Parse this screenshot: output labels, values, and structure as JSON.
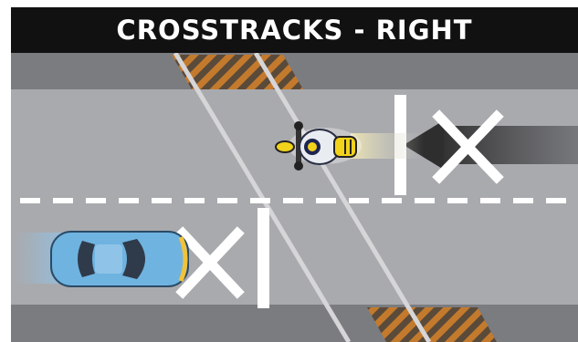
{
  "title": "CROSSTRACKS - RIGHT",
  "colors": {
    "frame": "#111111",
    "road": "#a9aaae",
    "shoulder": "#7b7c80",
    "lane_marking": "#ffffff",
    "rail": "#d6d6d8",
    "hazard_stripe_orange": "#c47a2c",
    "hazard_stripe_dark": "#5a4a3a",
    "car_body": "#6fb3e0",
    "motorcycle_accent": "#f2d21b"
  },
  "elements": {
    "car": "car-icon",
    "motorcycle": "motorcycle-icon",
    "direction_arrow": "arrow-left-icon",
    "avoid_marks": "x-mark-icon",
    "stop_lines": "stop-line",
    "tracks": "railroad-tracks"
  }
}
